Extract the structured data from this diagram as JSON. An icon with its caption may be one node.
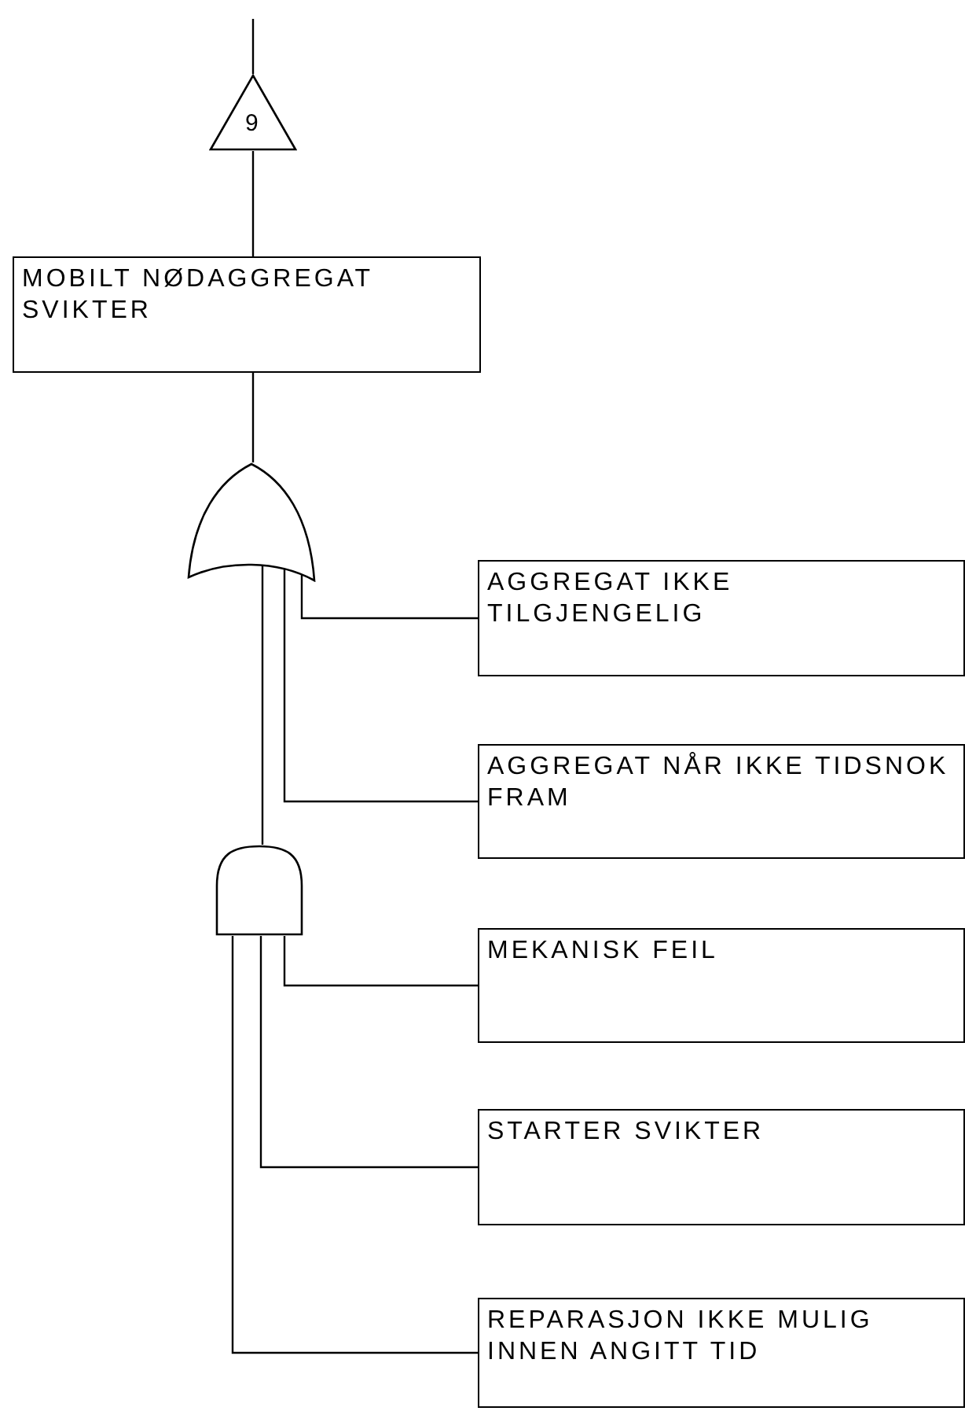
{
  "diagram": {
    "nodes": [
      {
        "text": [
          "9"
        ]
      },
      {
        "text": [
          "MOBILT NØDAGGREGAT SVIKTER"
        ]
      },
      {
        "text": [],
        "shape": "gate"
      },
      {
        "text": [
          "AGGREGAT IKKE TILGJENGELIG"
        ]
      },
      {
        "text": [
          "AGGREGAT NÅR IKKE TIDSNOK FRAM"
        ]
      },
      {
        "text": [],
        "shape": "gate"
      },
      {
        "text": [
          "MEKANISK FEIL"
        ]
      },
      {
        "text": [
          "STARTER SVIKTER"
        ]
      },
      {
        "text": [
          "REPARASJON IKKE MULIG INNEN ANGITT TID"
        ]
      }
    ],
    "edges": [
      {
        "from": null,
        "to": 0,
        "arrow": "none"
      },
      {
        "from": 0,
        "to": 1,
        "arrow": "none"
      },
      {
        "from": 1,
        "to": 2,
        "arrow": "none"
      },
      {
        "from": 2,
        "to": 3,
        "arrow": "none"
      },
      {
        "from": 2,
        "to": 4,
        "arrow": "none"
      },
      {
        "from": 2,
        "to": 5,
        "arrow": "none"
      },
      {
        "from": 5,
        "to": 6,
        "arrow": "none"
      },
      {
        "from": 5,
        "to": 7,
        "arrow": "none"
      },
      {
        "from": 5,
        "to": 8,
        "arrow": "none"
      }
    ]
  }
}
